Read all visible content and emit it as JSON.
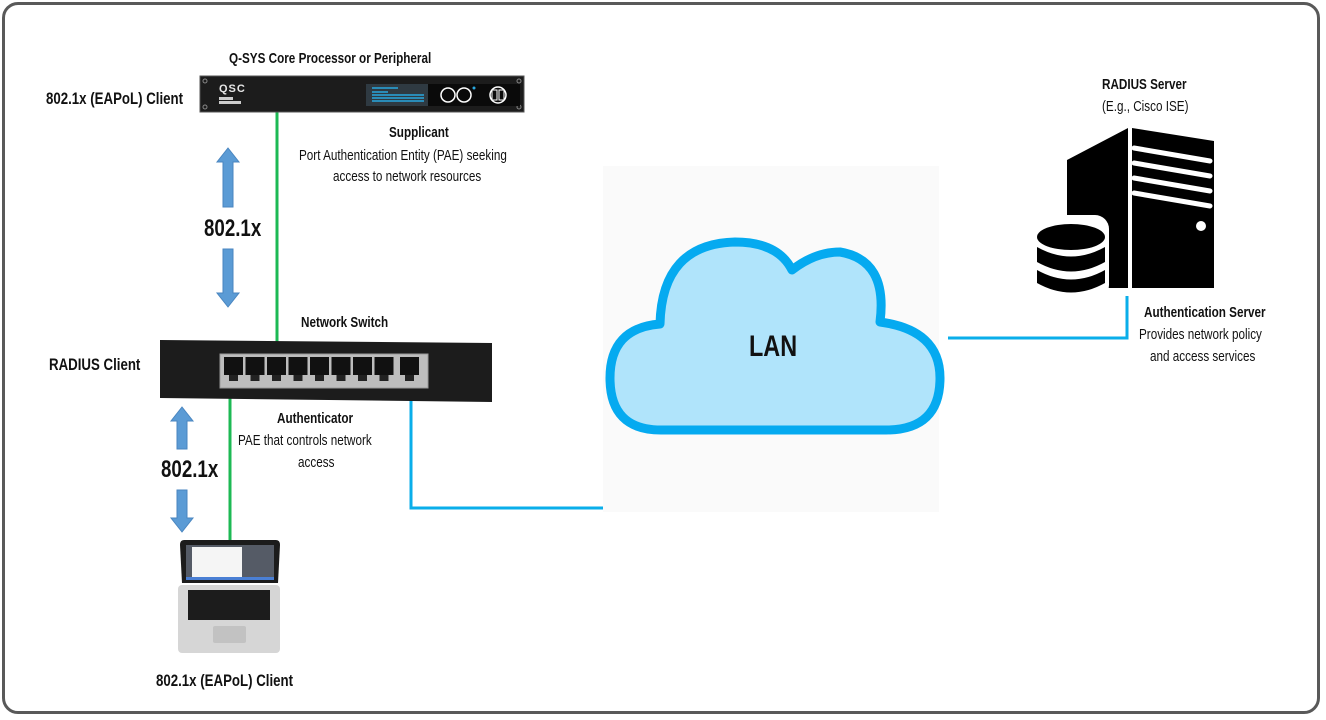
{
  "diagram": {
    "title": "802.1x Network Authentication",
    "colors": {
      "frame": "#595959",
      "eap_link": "#1db954",
      "lan_link": "#0aaeea",
      "cloud_fill": "#b0e4fb",
      "cloud_stroke": "#05aaf0",
      "arrow": "#5b9bd5",
      "device_dark": "#1c1c1c"
    },
    "core": {
      "heading": "Q-SYS Core Processor or Peripheral",
      "side_label": "802.1x (EAPoL) Client",
      "brand": "QSC",
      "role_title": "Supplicant",
      "role_desc_1": "Port Authentication Entity (PAE) seeking",
      "role_desc_2": "access to network resources"
    },
    "protocol_labels": [
      "802.1x",
      "802.1x"
    ],
    "switch": {
      "heading": "Network Switch",
      "side_label": "RADIUS Client",
      "ports": 9,
      "role_title": "Authenticator",
      "role_desc_1": "PAE that controls network",
      "role_desc_2": "access"
    },
    "laptop": {
      "label": "802.1x (EAPoL) Client"
    },
    "cloud": {
      "label": "LAN"
    },
    "server": {
      "heading": "RADIUS Server",
      "subheading": "(E.g., Cisco ISE)",
      "role_title": "Authentication Server",
      "role_desc_1": "Provides network policy",
      "role_desc_2": "and access services"
    }
  }
}
